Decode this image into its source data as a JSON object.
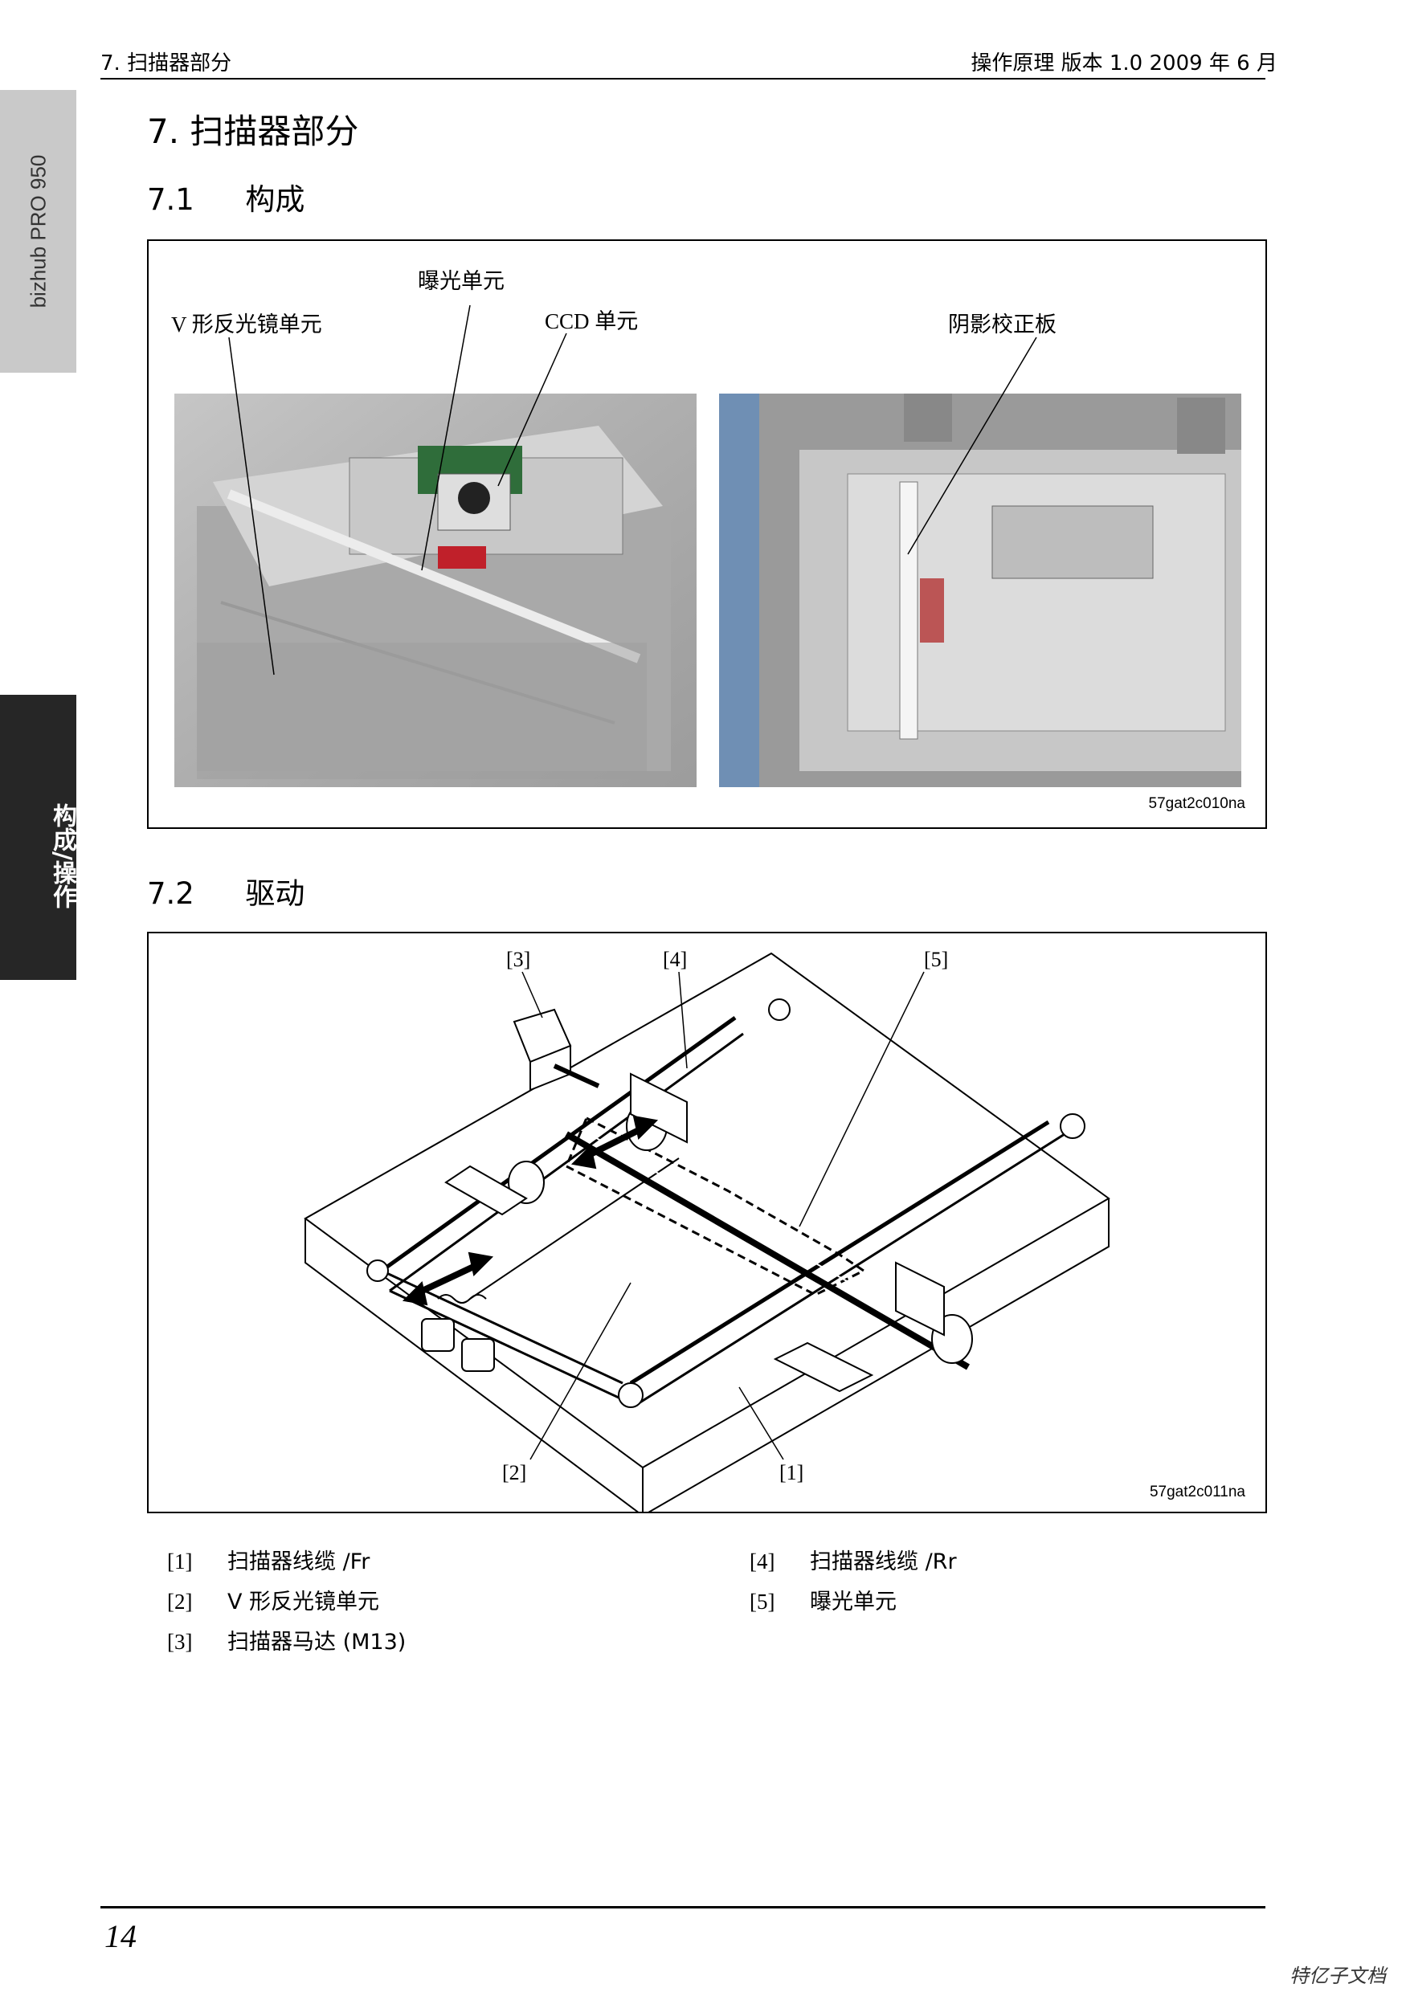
{
  "header": {
    "left": "7. 扫描器部分",
    "right": "操作原理 版本 1.0 2009 年 6 月"
  },
  "sidebar": {
    "product": "bizhub PRO 950",
    "tab": "构成/操作"
  },
  "chapter_title": "7.  扫描器部分",
  "sections": [
    {
      "number": "7.1",
      "title": "构成",
      "figure": {
        "labels": [
          "曝光单元",
          "V 形反光镜单元",
          "CCD 单元",
          "阴影校正板"
        ],
        "code": "57gat2c010na"
      }
    },
    {
      "number": "7.2",
      "title": "驱动",
      "figure": {
        "callouts": [
          "[3]",
          "[4]",
          "[5]",
          "[2]",
          "[1]"
        ],
        "code": "57gat2c011na"
      }
    }
  ],
  "legend": [
    {
      "num": "[1]",
      "text": "扫描器线缆 /Fr"
    },
    {
      "num": "[2]",
      "text": "V 形反光镜单元"
    },
    {
      "num": "[3]",
      "text": "扫描器马达 (M13)"
    },
    {
      "num": "[4]",
      "text": "扫描器线缆 /Rr"
    },
    {
      "num": "[5]",
      "text": "曝光单元"
    }
  ],
  "footer": {
    "page_number": "14",
    "watermark": "特亿子文档"
  }
}
